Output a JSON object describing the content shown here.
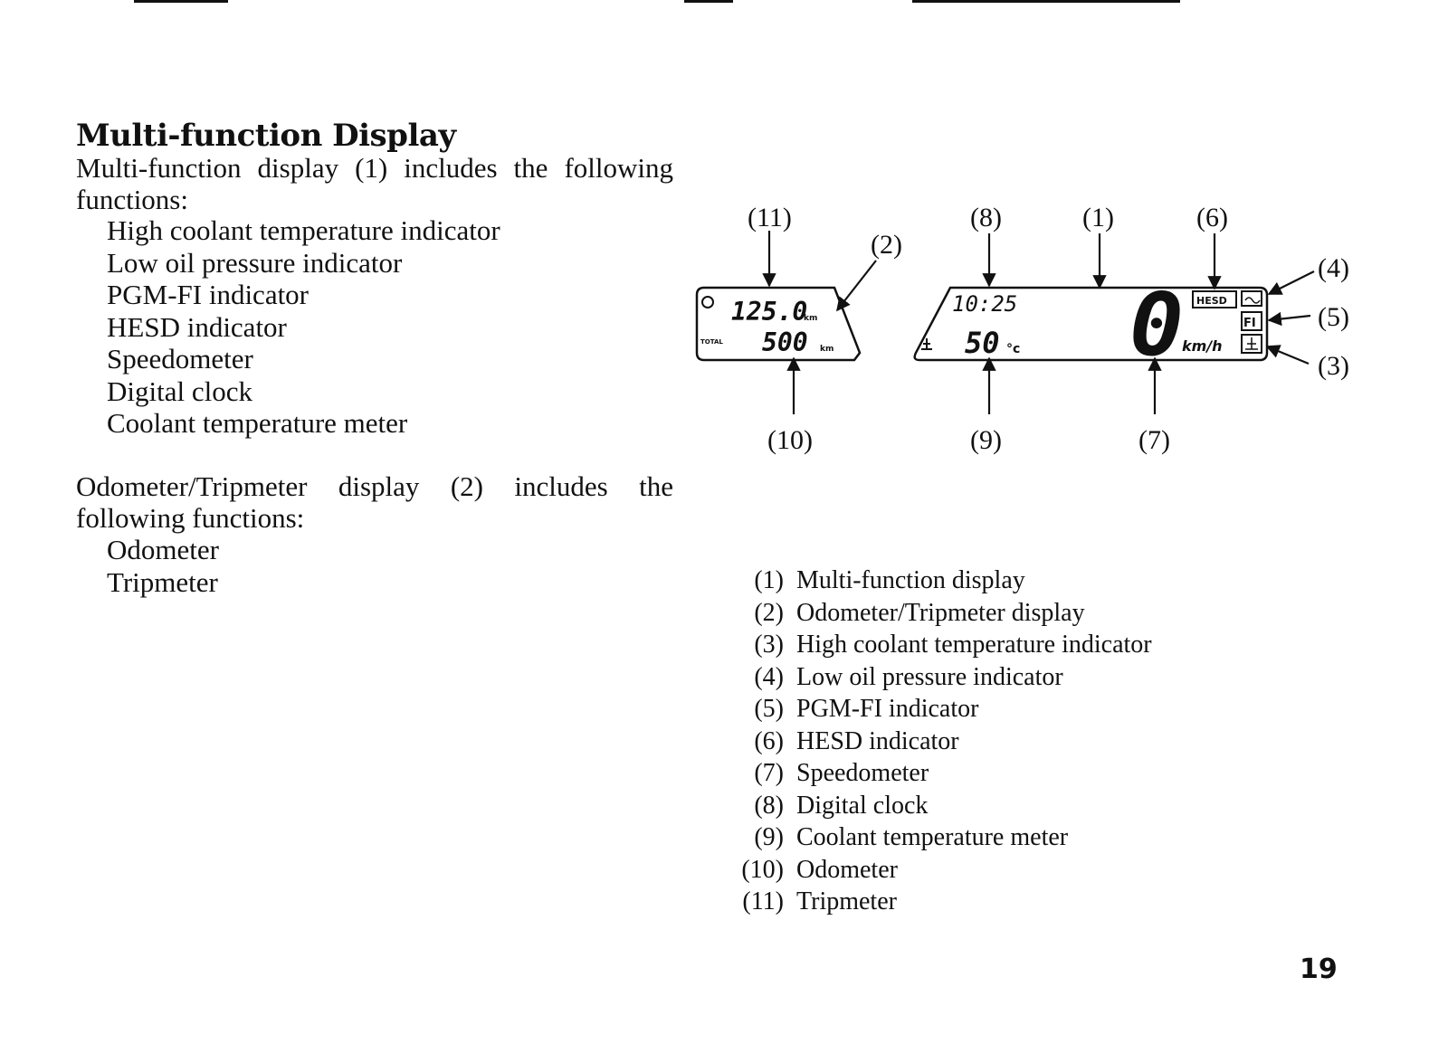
{
  "heading": "Multi-function Display",
  "intro1": "Multi-function display (1) includes the following functions:",
  "list1": [
    "High coolant temperature indicator",
    "Low oil pressure indicator",
    "PGM-FI indicator",
    "HESD indicator",
    "Speedometer",
    "Digital clock",
    "Coolant temperature meter"
  ],
  "intro2": "Odometer/Tripmeter display (2) includes the following functions:",
  "list2": [
    "Odometer",
    "Tripmeter"
  ],
  "diagram": {
    "callout_labels": {
      "c1": "(1)",
      "c2": "(2)",
      "c3": "(3)",
      "c4": "(4)",
      "c5": "(5)",
      "c6": "(6)",
      "c7": "(7)",
      "c8": "(8)",
      "c9": "(9)",
      "c10": "(10)",
      "c11": "(11)"
    },
    "odo_panel": {
      "trip_value": "125.0",
      "trip_unit": "km",
      "total_label": "TOTAL",
      "odo_value": "500",
      "odo_unit": "km"
    },
    "main_panel": {
      "clock": "10:25",
      "coolant_value": "50",
      "coolant_unit": "°c",
      "speed_value": "0",
      "speed_unit": "km/h",
      "hesd_label": "HESD",
      "fi_label": "FI"
    }
  },
  "callout_list": [
    {
      "num": "(1)",
      "text": "Multi-function display"
    },
    {
      "num": "(2)",
      "text": "Odometer/Tripmeter display"
    },
    {
      "num": "(3)",
      "text": "High coolant temperature indicator"
    },
    {
      "num": "(4)",
      "text": "Low oil pressure indicator"
    },
    {
      "num": "(5)",
      "text": "PGM-FI indicator"
    },
    {
      "num": "(6)",
      "text": "HESD indicator"
    },
    {
      "num": "(7)",
      "text": "Speedometer"
    },
    {
      "num": "(8)",
      "text": "Digital clock"
    },
    {
      "num": "(9)",
      "text": "Coolant temperature meter"
    },
    {
      "num": "(10)",
      "text": "Odometer"
    },
    {
      "num": "(11)",
      "text": "Tripmeter"
    }
  ],
  "page_number": "19"
}
